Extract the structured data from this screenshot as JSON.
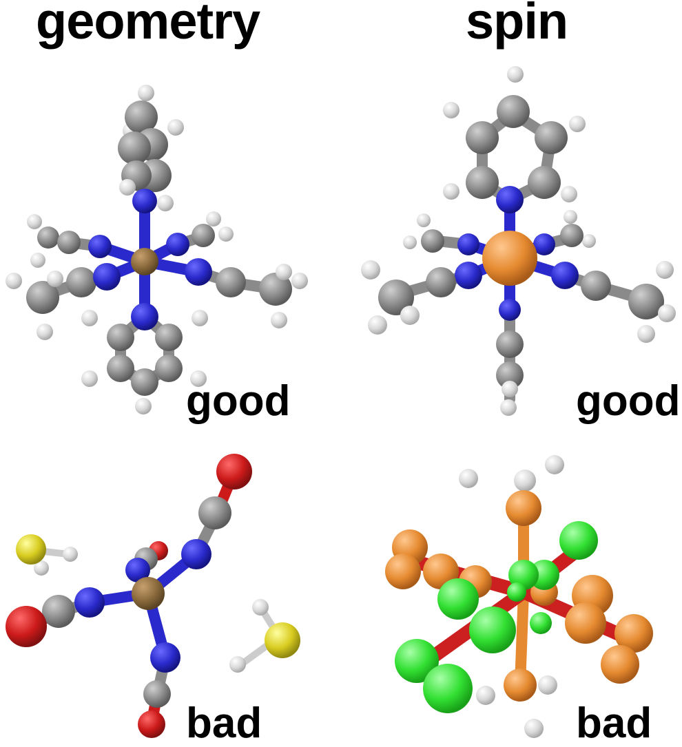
{
  "columns": {
    "geometry": "geometry",
    "spin": "spin"
  },
  "panels": {
    "top_left": "good",
    "top_right": "good",
    "bottom_left": "bad",
    "bottom_right": "bad"
  },
  "colors": {
    "carbon": "#8a8a8a",
    "hydrogen": "#e6e6e6",
    "nitrogen": "#2a2acc",
    "metal": "#8a6a3c",
    "metal_spin": "#e58a30",
    "oxygen": "#cc1a1a",
    "sulfur": "#d8cc20",
    "spin_plus": "#33e033",
    "spin_minus": "#e08a30",
    "bond_red": "#cc2020"
  }
}
